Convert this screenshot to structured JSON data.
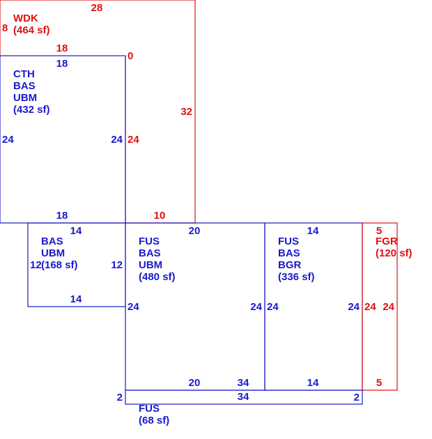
{
  "colors": {
    "blue": "#1a1acc",
    "red": "#dd1111"
  },
  "areas": [
    {
      "id": "wdk",
      "color": "red",
      "lines": [
        "WDK",
        "(464 sf)"
      ]
    },
    {
      "id": "cth",
      "color": "blue",
      "lines": [
        "CTH",
        "BAS",
        "UBM",
        "(432 sf)"
      ]
    },
    {
      "id": "bas-small",
      "color": "blue",
      "lines": [
        "BAS",
        "UBM",
        "(168 sf)"
      ]
    },
    {
      "id": "fus-main",
      "color": "blue",
      "lines": [
        "FUS",
        "BAS",
        "UBM",
        "(480 sf)"
      ]
    },
    {
      "id": "fus-bgr",
      "color": "blue",
      "lines": [
        "FUS",
        "BAS",
        "BGR",
        "(336 sf)"
      ]
    },
    {
      "id": "fgr",
      "color": "red",
      "lines": [
        "FGR",
        "(120 sf)"
      ]
    },
    {
      "id": "fus-strip",
      "color": "blue",
      "lines": [
        "FUS",
        "(68 sf)"
      ]
    }
  ],
  "dimensions": [
    {
      "id": "wdk-top",
      "color": "red",
      "text": "28"
    },
    {
      "id": "wdk-left",
      "color": "red",
      "text": "8"
    },
    {
      "id": "wdk-inner-top",
      "color": "red",
      "text": "18"
    },
    {
      "id": "wdk-zero",
      "color": "red",
      "text": "0"
    },
    {
      "id": "wdk-right",
      "color": "red",
      "text": "32"
    },
    {
      "id": "wdk-inner-right",
      "color": "red",
      "text": "24"
    },
    {
      "id": "wdk-bottom",
      "color": "red",
      "text": "10"
    },
    {
      "id": "cth-top",
      "color": "blue",
      "text": "18"
    },
    {
      "id": "cth-left",
      "color": "blue",
      "text": "24"
    },
    {
      "id": "cth-right",
      "color": "blue",
      "text": "24"
    },
    {
      "id": "cth-bottom",
      "color": "blue",
      "text": "18"
    },
    {
      "id": "bas-top",
      "color": "blue",
      "text": "14"
    },
    {
      "id": "bas-left",
      "color": "blue",
      "text": "12"
    },
    {
      "id": "bas-right",
      "color": "blue",
      "text": "12"
    },
    {
      "id": "bas-bottom",
      "color": "blue",
      "text": "14"
    },
    {
      "id": "fus-top",
      "color": "blue",
      "text": "20"
    },
    {
      "id": "fus-left",
      "color": "blue",
      "text": "24"
    },
    {
      "id": "fus-right",
      "color": "blue",
      "text": "24"
    },
    {
      "id": "fus-bottom",
      "color": "blue",
      "text": "20"
    },
    {
      "id": "fus-bottom-34",
      "color": "blue",
      "text": "34"
    },
    {
      "id": "bgr-top",
      "color": "blue",
      "text": "14"
    },
    {
      "id": "bgr-left",
      "color": "blue",
      "text": "24"
    },
    {
      "id": "bgr-right",
      "color": "blue",
      "text": "24"
    },
    {
      "id": "bgr-bottom",
      "color": "blue",
      "text": "14"
    },
    {
      "id": "fgr-top",
      "color": "red",
      "text": "5"
    },
    {
      "id": "fgr-left",
      "color": "red",
      "text": "24"
    },
    {
      "id": "fgr-right",
      "color": "red",
      "text": "24"
    },
    {
      "id": "fgr-bottom",
      "color": "red",
      "text": "5"
    },
    {
      "id": "strip-left",
      "color": "blue",
      "text": "2"
    },
    {
      "id": "strip-right",
      "color": "blue",
      "text": "2"
    },
    {
      "id": "strip-top",
      "color": "blue",
      "text": "34"
    }
  ]
}
